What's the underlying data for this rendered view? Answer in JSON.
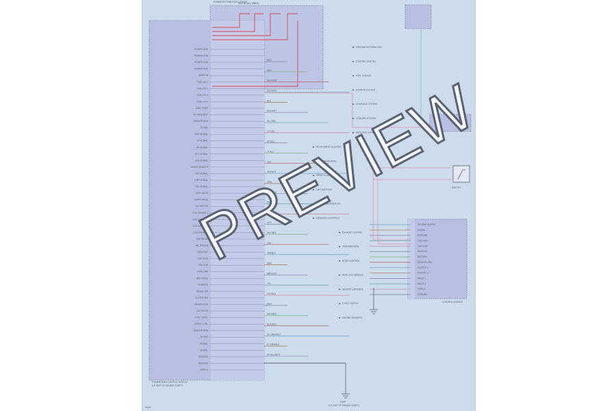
{
  "diagram": {
    "header_title": "HOT AT ALL TIMES",
    "fuse_block_label": "POWER DISTRIBUTION CENTER",
    "pcm_label": "POWERTRAIN CONTROL MODULE",
    "pcm_location": "(LH SIDE OF ENGINE COMPT)",
    "ground_label": "G103",
    "ground_location": "(LH SIDE OF ENGINE COMPT)",
    "switch_label": "SWITCH",
    "module_label": "CONTROL MODULE",
    "page_ref": "PAGE",
    "watermark": "PREVIEW",
    "pcm_pins": [
      "POWER GND",
      "POWER GND",
      "POWER GND",
      "POWER GND",
      "IGNITION",
      "FUEL INJ 1",
      "FUEL INJ 2",
      "FUEL INJ 3",
      "FUEL INJ 4",
      "FUEL PUMP",
      "A/C REQUEST",
      "SENSOR GND",
      "5V REF",
      "MAP SIGNAL",
      "TP SIGNAL",
      "IAT SIGNAL",
      "ECT SIGNAL",
      "O2S SIGNAL",
      "KNOCK SENSOR",
      "CKP SIGNAL",
      "CMP SIGNAL",
      "VSS SIGNAL",
      "EGR VALVE",
      "EVAP PURGE",
      "IAC MOTOR",
      "COIL DRIVER 1",
      "COIL DRIVER 2",
      "COIL DRIVER 3",
      "COIL DRIVER 4",
      "FAN RELAY",
      "MIL DRIVER",
      "TACH OUT",
      "CAN HIGH",
      "CAN LOW",
      "DATA LINK",
      "BATT FEED",
      "STARTER",
      "BRAKE SW",
      "CLUTCH SW",
      "GENERATOR",
      "OIL PRESS",
      "FUEL LEVEL",
      "SPEED CTRL",
      "SENSOR GND",
      "5V REF",
      "SIGNAL",
      "SIGNAL",
      "GROUND",
      "GROUND",
      "SHIELD"
    ],
    "bus_labels": [
      "RED",
      "RED",
      "RED/WHT",
      "RED/WHT",
      "BLK",
      "BLK/WHT",
      "DK GRN",
      "LT GRN",
      "DK BLU",
      "LT BLU",
      "VIO",
      "VIO/WHT",
      "ORN",
      "ORN/BLK",
      "PNK",
      "PNK/BLK",
      "GRY",
      "GRY/BLK",
      "TAN",
      "TAN/BLK",
      "BRN",
      "BRN/WHT",
      "YEL",
      "YEL/BLK",
      "WHT",
      "WHT/BLK",
      "BLK/RED",
      "DK GRN/WHT",
      "LT GRN/BLK",
      "DK BLU/WHT"
    ],
    "dest_labels": [
      "GROUND DISTRIBUTION",
      "STARTER SYSTEM",
      "FUEL SYSTEM",
      "IGNITION SYSTEM",
      "CHARGING SYSTEM",
      "COOLING SYSTEM",
      "DATA LINK CONNECTOR",
      "INSTRUMENT CLUSTER",
      "AIR CONDITIONING",
      "SPEED CONTROL",
      "CAN DATA BUS",
      "POWER DISTRIBUTION",
      "EMISSION CONTROLS",
      "EXHAUST SYSTEM",
      "TRANSMISSION",
      "BODY CONTROL",
      "ANTI-LOCK BRAKES",
      "SENSOR GROUNDS",
      "5 VOLT SUPPLY",
      "ENGINE SENSORS"
    ],
    "module_pins": [
      "SENSOR SUPPLY",
      "SIGNAL",
      "GROUND",
      "CAN HIGH",
      "CAN LOW",
      "IGNITION",
      "BATTERY",
      "SENSOR GND",
      "OUTPUT 1",
      "OUTPUT 2",
      "INPUT 1",
      "INPUT 2",
      "SHIELD",
      "GROUND"
    ]
  }
}
